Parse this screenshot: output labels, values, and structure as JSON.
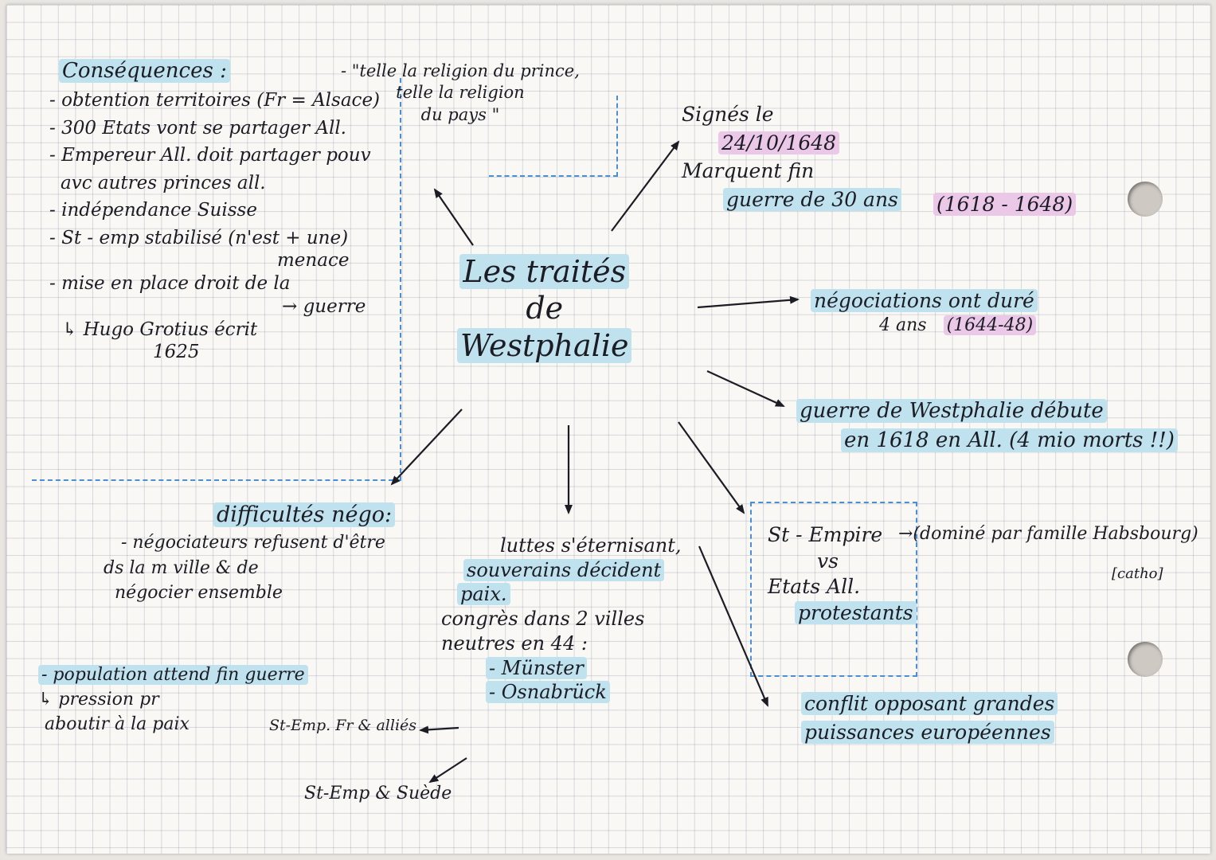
{
  "central": {
    "lines": [
      "Les traités",
      "de",
      "Westphalie"
    ]
  },
  "consequences": {
    "heading": "Conséquences :",
    "items": [
      "- obtention territoires (Fr = Alsace)",
      "- 300 Etats vont se partager All.",
      "- Empereur All. doit partager pouv",
      "avc autres princes all.",
      "- indépendance Suisse",
      "- St - emp stabilisé (n'est + une)",
      "menace",
      "- mise en place droit de la",
      "→ guerre",
      "↳ Hugo Grotius écrit",
      "1625"
    ]
  },
  "quote": {
    "lines": [
      "- \"telle la religion du prince,",
      "telle la religion",
      "du pays \""
    ]
  },
  "signed": {
    "line1": "Signés le",
    "date": "24/10/1648",
    "line2": "Marquent fin",
    "line3": "guerre de 30 ans",
    "period": "(1618 - 1648)"
  },
  "negotiations": {
    "line1": "négociations ont duré",
    "line2": "4 ans",
    "period": "(1644-48)"
  },
  "war": {
    "line1": "guerre de Westphalie débute",
    "line2": "en 1618 en All. (4 mio morts !!)"
  },
  "empire": {
    "line1": "St - Empire",
    "note": "→(dominé par famille Habsbourg)",
    "note2": "[catho]",
    "vs": "vs",
    "line2": "Etats All.",
    "line3": "protestants"
  },
  "conflict": {
    "line1": "conflit opposant grandes",
    "line2": "puissances européennes"
  },
  "difficulties": {
    "heading": "difficultés négo:",
    "lines": [
      "- négociateurs refusent d'être",
      "ds la m ville & de",
      "négocier ensemble"
    ]
  },
  "population": {
    "lines": [
      "- population attend fin guerre",
      "↳ pression pr",
      "aboutir à la paix"
    ]
  },
  "sovereigns": {
    "lines": [
      "luttes s'éternisant,",
      "souverains décident",
      "paix.",
      "congrès dans 2 villes",
      "neutres en 44 :",
      "- Münster",
      "- Osnabrück"
    ]
  },
  "allies": {
    "fr": "St-Emp. Fr & alliés",
    "swe": "St-Emp & Suède"
  },
  "colors": {
    "ink": "#1c1c24",
    "highlight_blue": "#bfe2ee",
    "highlight_pink": "#ecc8e8",
    "dash_blue": "#4a8fd6"
  }
}
